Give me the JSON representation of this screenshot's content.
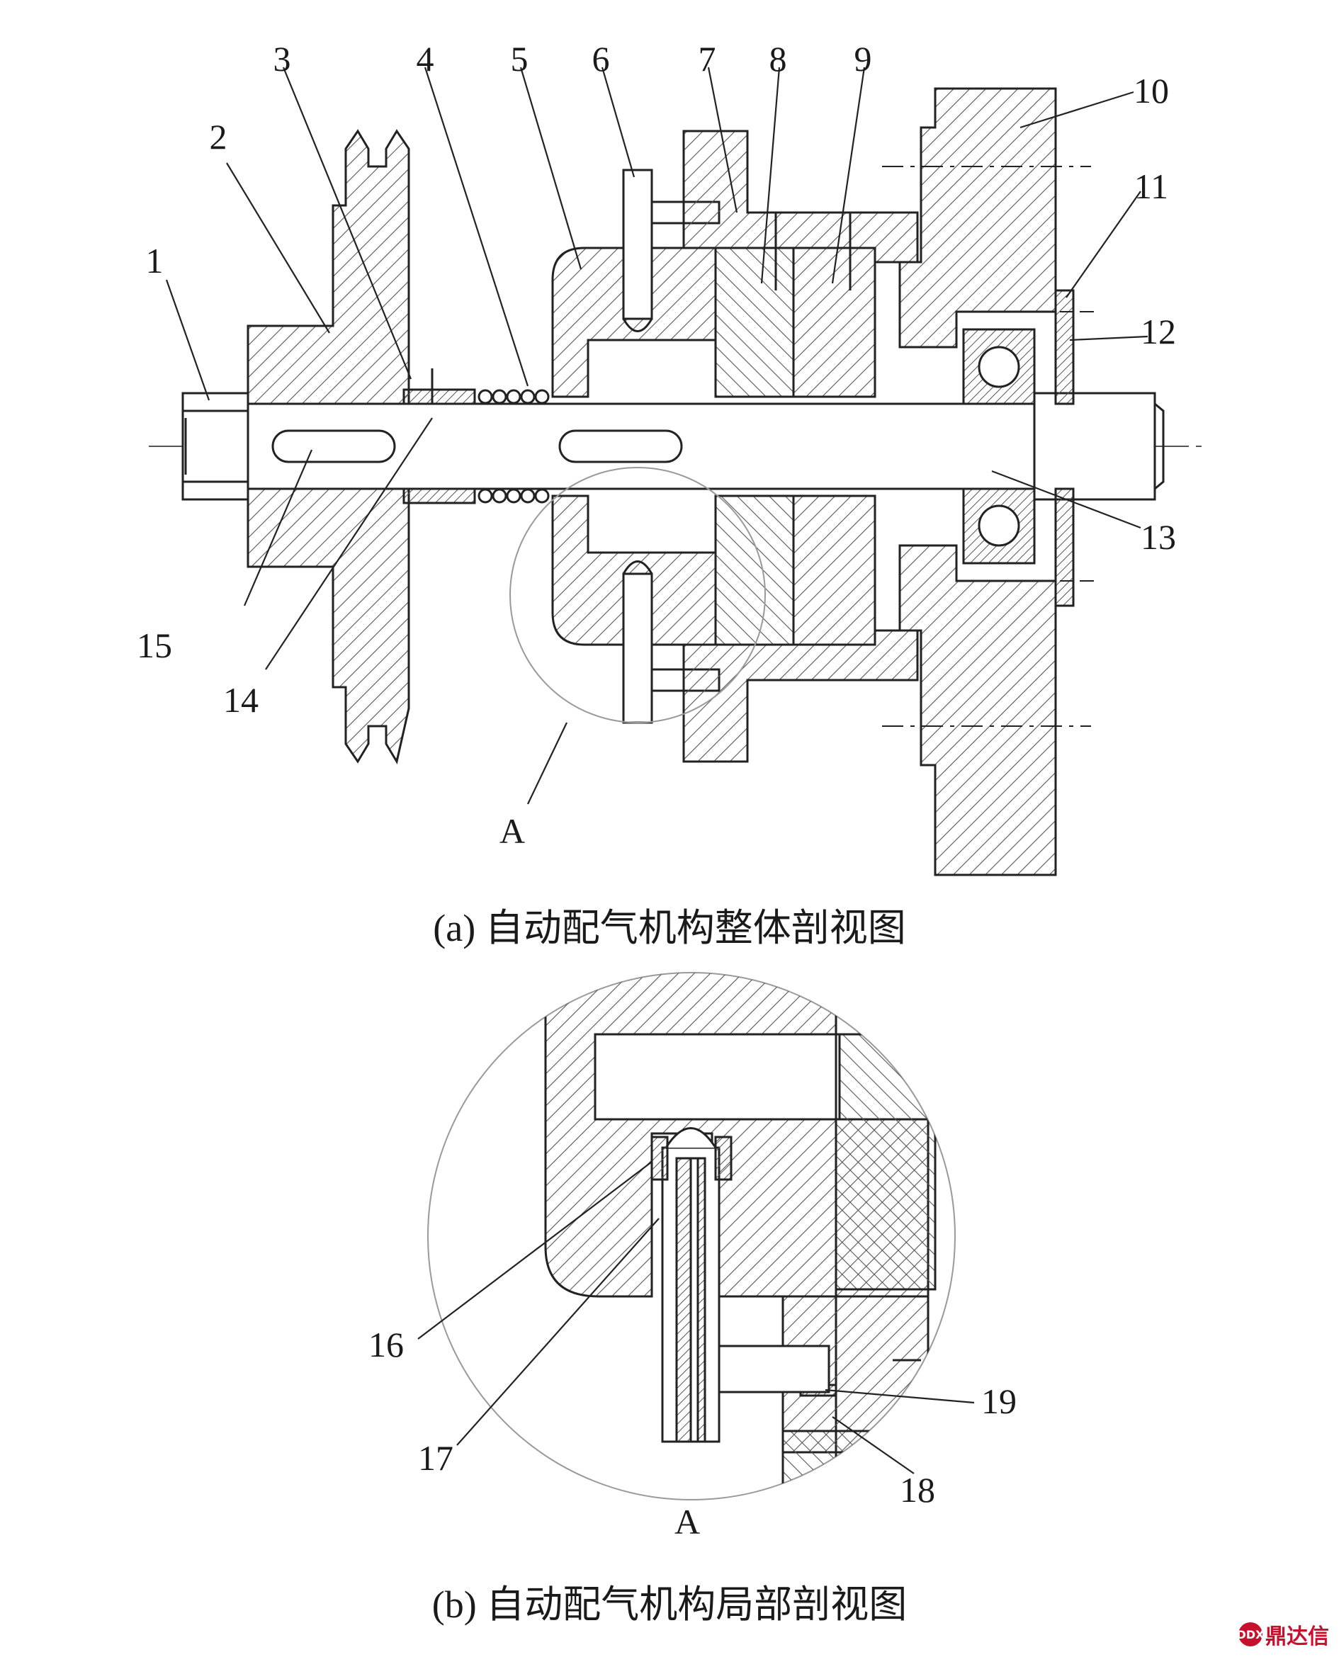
{
  "figure_a": {
    "callouts": [
      "1",
      "2",
      "3",
      "4",
      "5",
      "6",
      "7",
      "8",
      "9",
      "10",
      "11",
      "12",
      "13",
      "14",
      "15"
    ],
    "detail_marker": "A",
    "caption": "(a) 自动配气机构整体剖视图"
  },
  "figure_b": {
    "callouts": [
      "16",
      "17",
      "18",
      "19"
    ],
    "detail_marker": "A",
    "caption": "(b) 自动配气机构局部剖视图"
  },
  "watermark": {
    "text": "鼎达信",
    "logo": "DDX",
    "color": "#c8102e"
  }
}
